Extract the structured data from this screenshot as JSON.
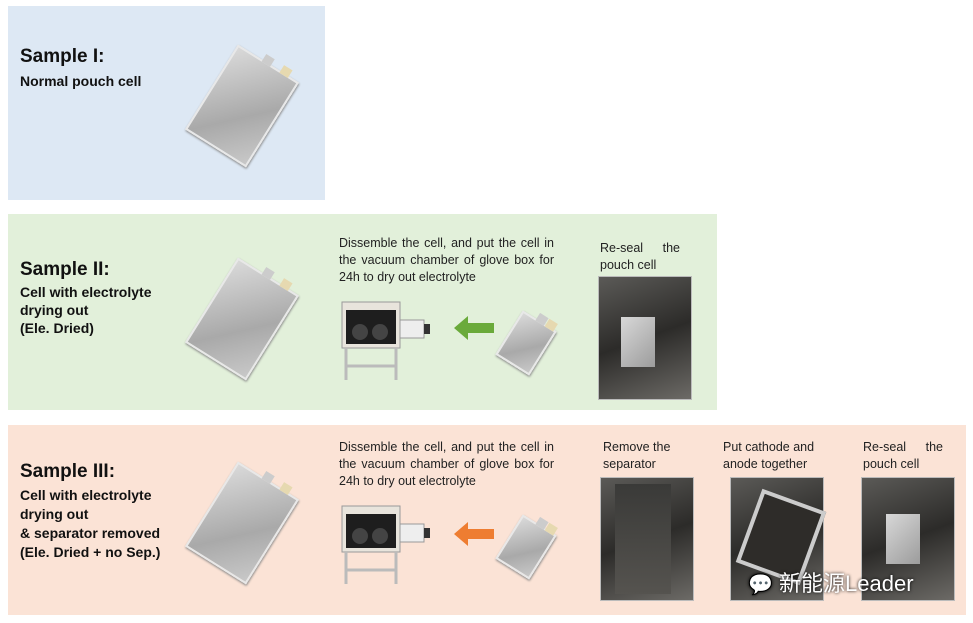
{
  "panels": [
    {
      "title": "Sample I:",
      "subtitle": [
        "Normal pouch cell"
      ],
      "color": "#dde8f4"
    },
    {
      "title": "Sample II:",
      "subtitle": [
        "Cell with electrolyte",
        "drying out",
        "(Ele. Dried)"
      ],
      "color": "#e2f0da",
      "step_text": "Dissemble the cell, and put the cell in the vacuum chamber of glove box for 24h to dry out electrolyte",
      "arrow_color": "#6aaa3a",
      "photos": [
        {
          "caption": "Re-seal the pouch cell"
        }
      ]
    },
    {
      "title": "Sample III:",
      "subtitle": [
        "Cell with electrolyte",
        "drying out",
        "& separator removed",
        "(Ele. Dried + no Sep.)"
      ],
      "color": "#fbe3d6",
      "step_text": "Dissemble the cell, and put the cell in the vacuum chamber of glove box for 24h to dry out electrolyte",
      "arrow_color": "#ee7d31",
      "photos": [
        {
          "caption": "Remove the separator"
        },
        {
          "caption": "Put cathode and anode together"
        },
        {
          "caption": "Re-seal the pouch cell"
        }
      ]
    }
  ],
  "watermark": "新能源Leader"
}
